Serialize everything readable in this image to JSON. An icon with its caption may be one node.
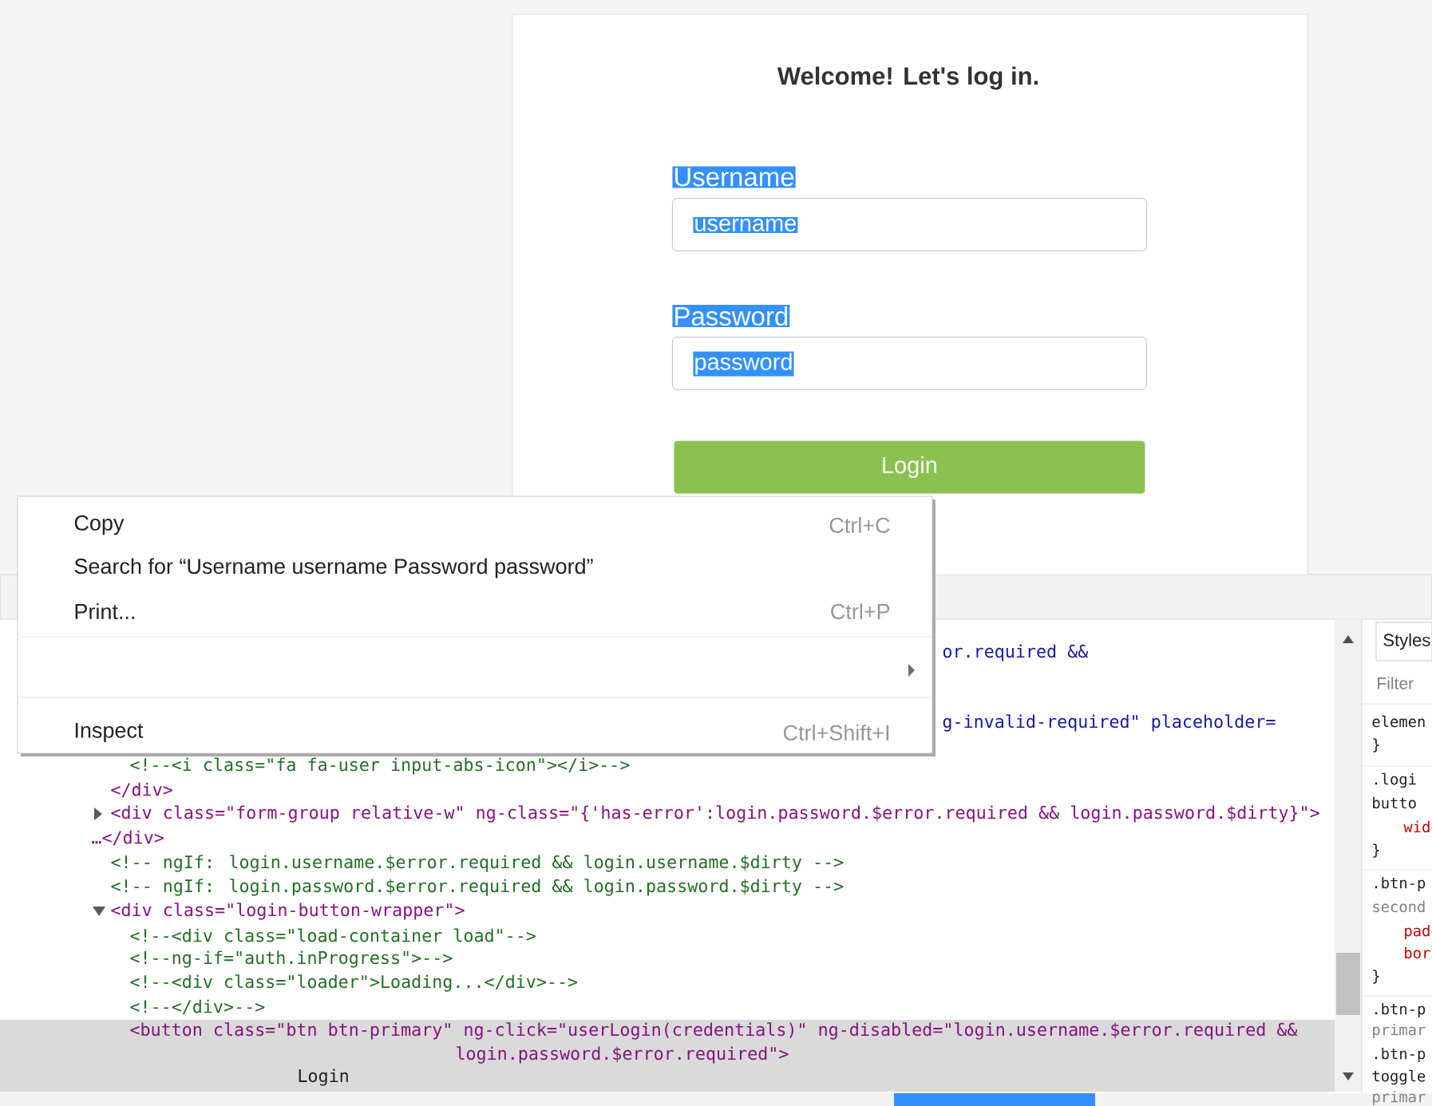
{
  "diagram": {
    "nodes": [
      {
        "text": [
          "Welcome! Let's log in."
        ]
      },
      {
        "text": [
          "username"
        ],
        "beside": [
          "Username"
        ],
        "in": 0
      },
      {
        "text": [
          "password"
        ],
        "beside": [
          "Password"
        ],
        "in": 0
      },
      {
        "text": [
          "Login"
        ],
        "in": 0
      },
      {
        "text": [
          "Copy",
          "Ctrl+C",
          "Search for “Username username Password password”",
          "Print...",
          "Ctrl+P",
          "Inspect",
          "Ctrl+Shift+I"
        ]
      }
    ],
    "labels": [
      "or.required &&",
      "g-invalid-required\" placeholder=",
      "<!--<i class=\"fa fa-user input-abs-icon\"></i>-->",
      "</div>",
      "<div class=\"form-group relative-w\" ng-class=\"{'has-error':login.password.$error.required && login.password.$dirty}\">",
      "…</div>",
      "<!-- ngIf: login.username.$error.required && login.username.$dirty -->",
      "<!-- ngIf: login.password.$error.required && login.password.$dirty -->",
      "<div class=\"login-button-wrapper\">",
      "<!--<div class=\"load-container load\"-->",
      "<!--ng-if=\"auth.inProgress\">-->",
      "<!--<div class=\"loader\">Loading...</div>-->",
      "<!--</div>-->",
      "<button class=\"btn btn-primary\" ng-click=\"userLogin(credentials)\" ng-disabled=\"login.username.$error.required &&",
      "login.password.$error.required\">",
      "Login",
      "Styles",
      "Filter",
      "elemen",
      "}",
      ".logi",
      "butto",
      "wid",
      "}",
      ".btn-p",
      "second",
      "pad",
      "bor",
      "}",
      ".btn-p",
      "primar",
      ".btn-p",
      "toggle",
      "primar"
    ]
  }
}
